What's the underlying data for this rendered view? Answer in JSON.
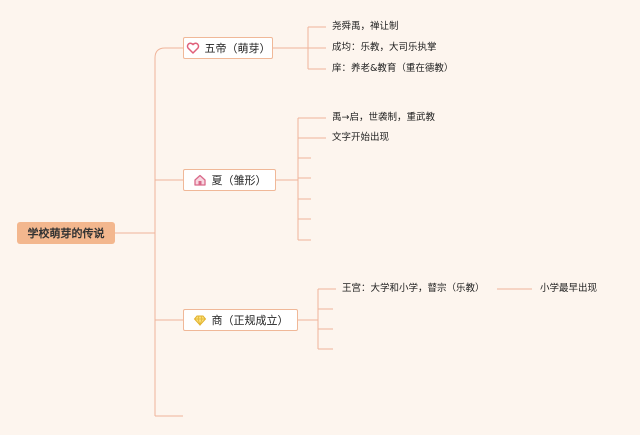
{
  "root": {
    "label": "学校萌芽的传说"
  },
  "topics": {
    "wudi": {
      "label": "五帝（萌芽）",
      "icon": "heart-icon",
      "children": [
        "尧舜禹，禅让制",
        "成均：乐教，大司乐执掌",
        "庠：养老&教育（重在德教）"
      ]
    },
    "xia": {
      "label": "夏（雏形）",
      "icon": "house-icon",
      "children": [
        "禹→启，世袭制，重武教",
        "文字开始出现"
      ]
    },
    "shang": {
      "label": "商（正规成立）",
      "icon": "gem-icon",
      "children": [
        "王宫：大学和小学，瞽宗（乐教）"
      ],
      "sub_children": [
        "小学最早出现"
      ]
    }
  },
  "colors": {
    "background": "#fdf5ee",
    "root_fill": "#f3b78e",
    "line": "#f0b49a",
    "heart": "#e0607a",
    "house": "#d96a8a",
    "gem": "#f2c94c"
  }
}
